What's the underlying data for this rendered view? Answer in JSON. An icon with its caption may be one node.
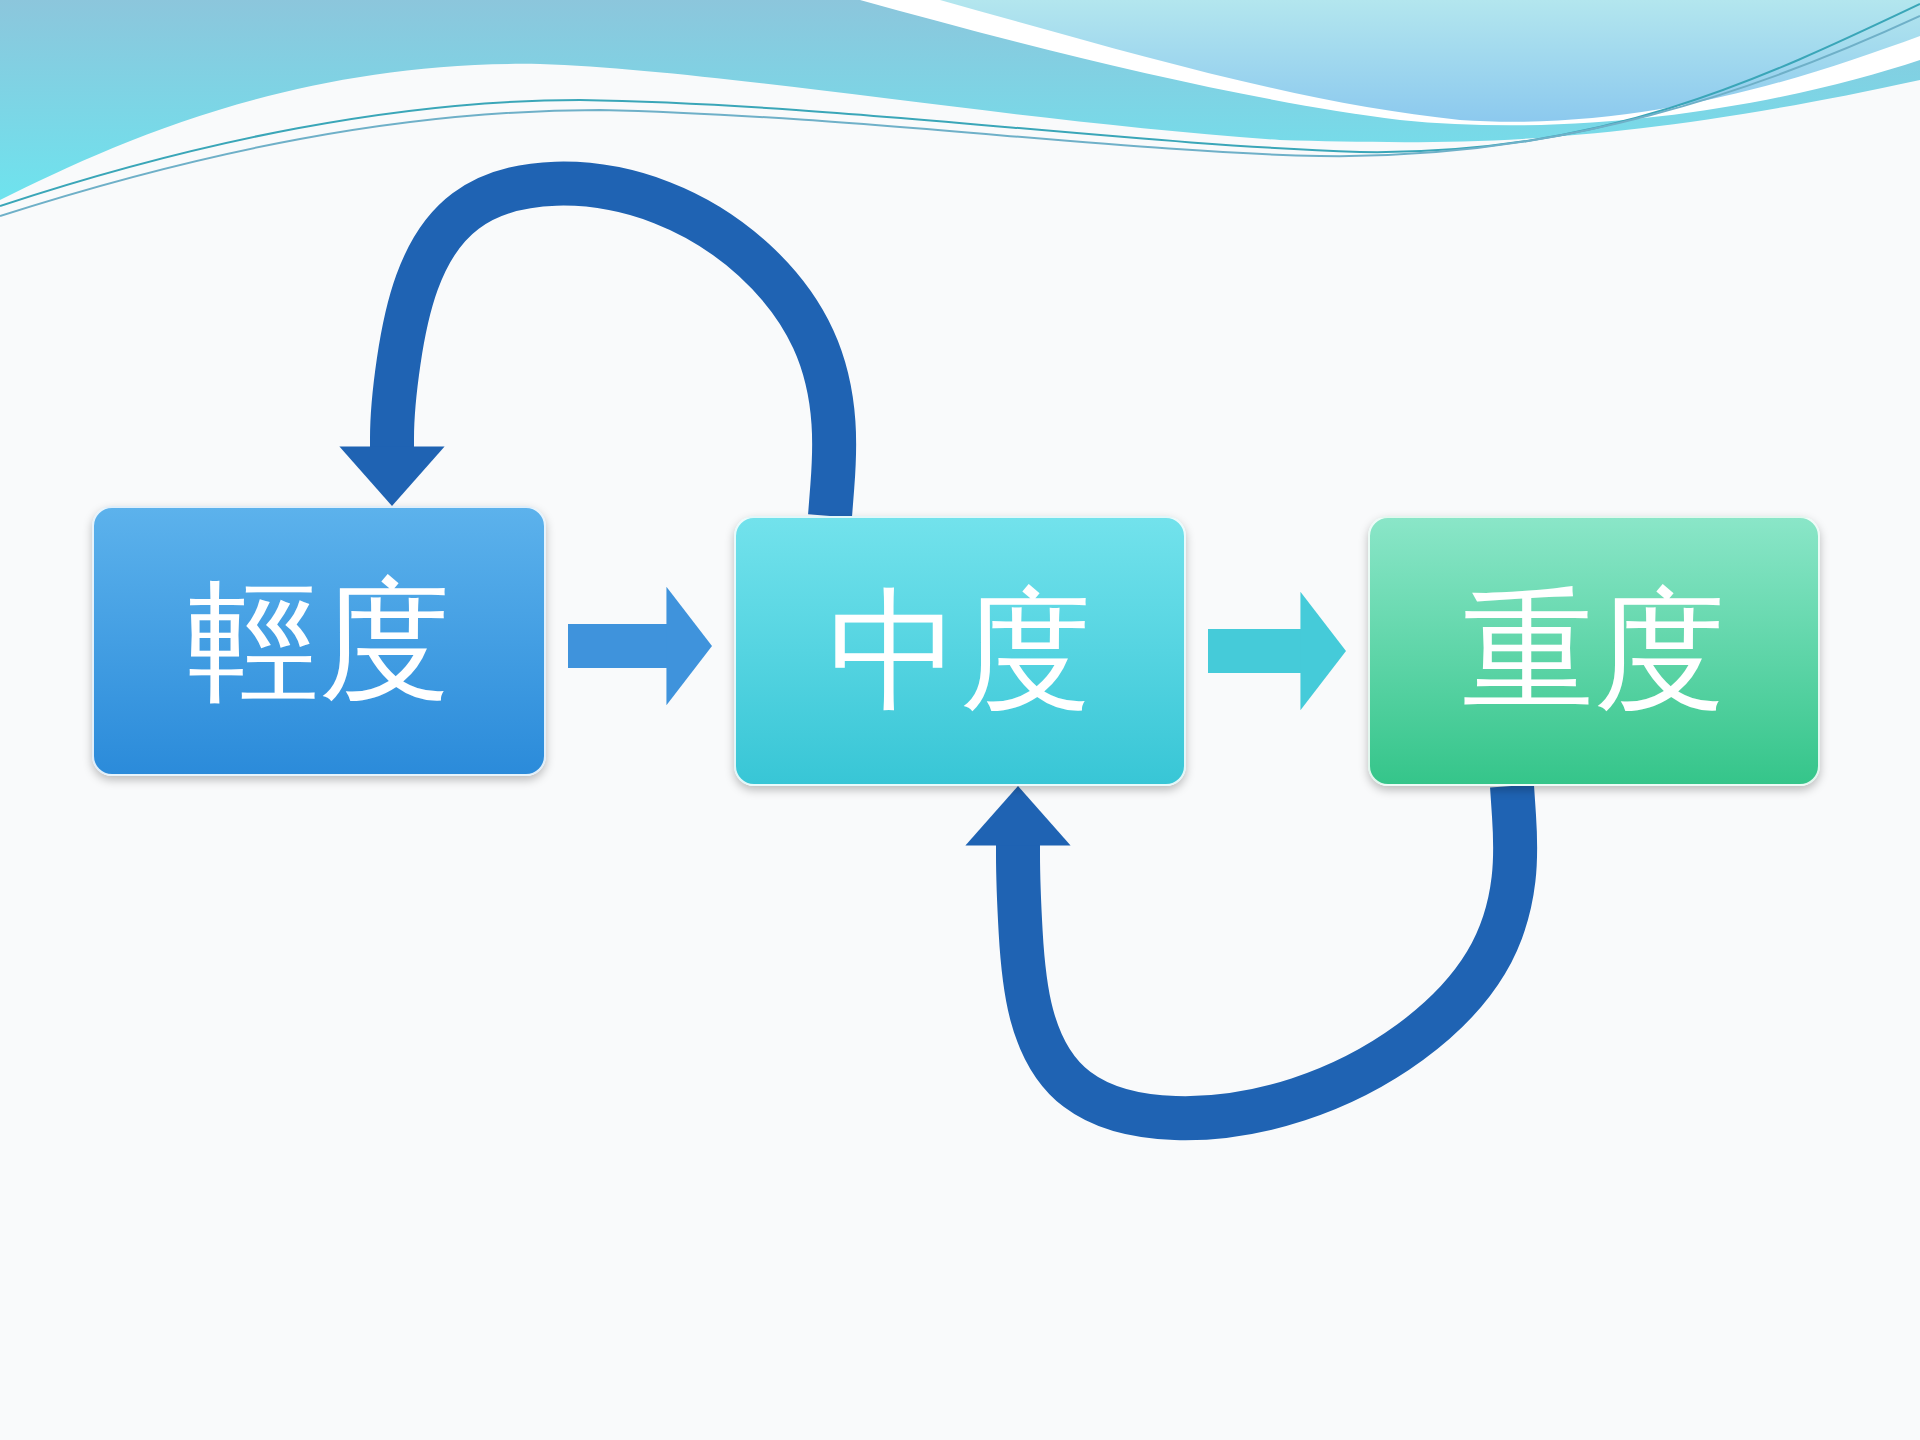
{
  "diagram": {
    "nodes": [
      {
        "text": [
          "輕度"
        ]
      },
      {
        "text": [
          "中度"
        ]
      },
      {
        "text": [
          "重度"
        ]
      }
    ],
    "edges": [
      {
        "from": 0,
        "to": 1,
        "arrow": "to",
        "color": "#3f93dc"
      },
      {
        "from": 1,
        "to": 2,
        "arrow": "to",
        "color": "#45cbd9"
      },
      {
        "from": 1,
        "to": 0,
        "arrow": "to"
      },
      {
        "from": 2,
        "to": 1,
        "arrow": "to"
      }
    ]
  }
}
